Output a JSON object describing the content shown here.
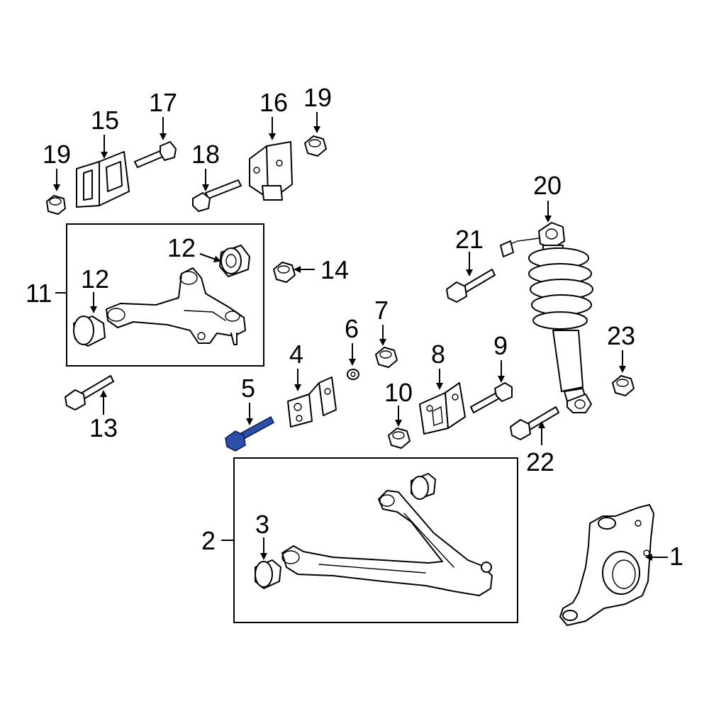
{
  "diagram": {
    "callouts": [
      "1",
      "2",
      "3",
      "4",
      "5",
      "6",
      "7",
      "8",
      "9",
      "10",
      "11",
      "12",
      "12",
      "13",
      "14",
      "15",
      "16",
      "17",
      "18",
      "19",
      "19",
      "20",
      "21",
      "22",
      "23"
    ],
    "highlight_color": "#2b4ea8",
    "highlighted_part": "5"
  }
}
